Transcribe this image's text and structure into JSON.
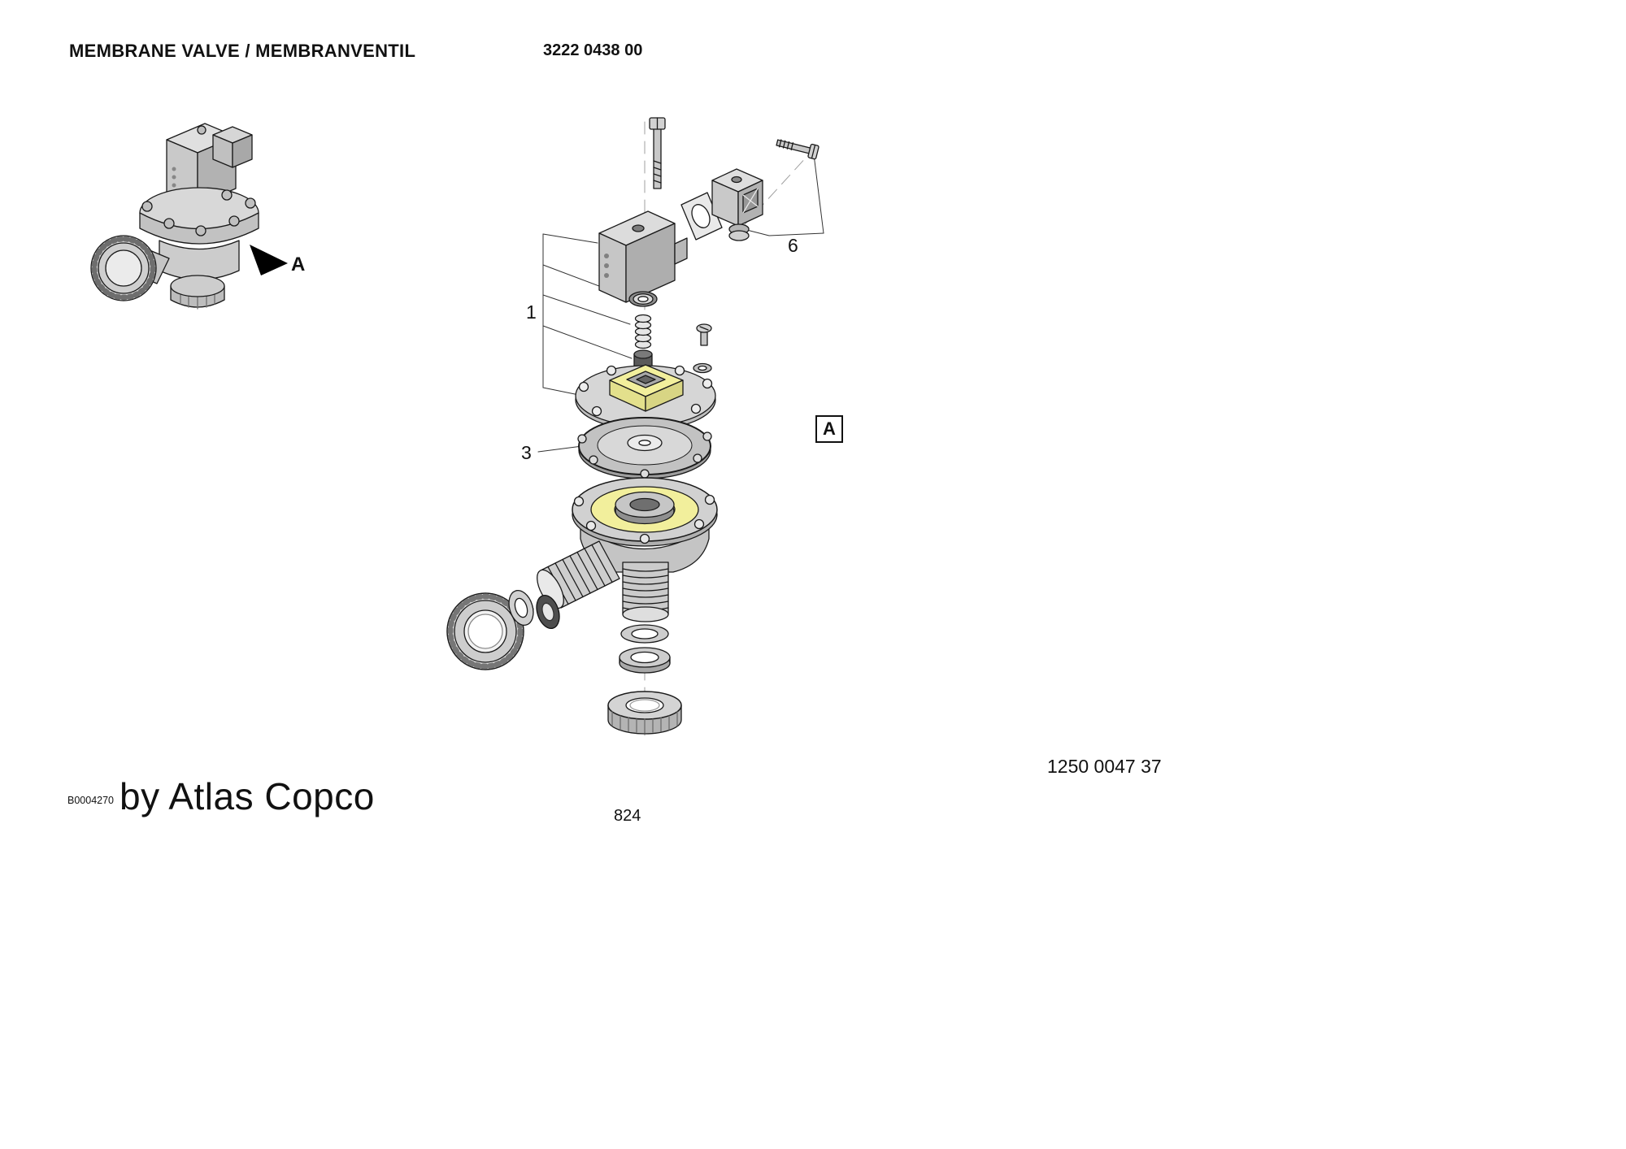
{
  "page": {
    "title": "MEMBRANE VALVE / MEMBRANVENTIL",
    "part_number": "3222 0438 00",
    "doc_number": "1250 0047 37",
    "image_code": "B0004270",
    "brand": "by Atlas Copco",
    "page_number": "824"
  },
  "diagram": {
    "view_arrow_label": "A",
    "detail_view_label": "A",
    "callouts": [
      {
        "label": "1",
        "points_to": "pilot solenoid assembly"
      },
      {
        "label": "3",
        "points_to": "diaphragm"
      },
      {
        "label": "6",
        "points_to": "connector plug and screw"
      }
    ]
  },
  "colors": {
    "highlight": "#f2ef9c",
    "paper": "#ffffff",
    "line": "#1a1a1a"
  }
}
